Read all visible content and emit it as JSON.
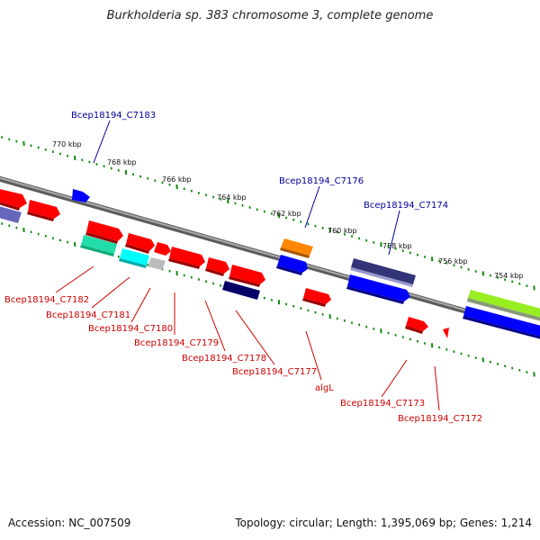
{
  "title": "Burkholderia sp. 383 chromosome 3, complete genome",
  "footer": {
    "accession": "Accession: NC_007509",
    "summary": "Topology: circular; Length: 1,395,069 bp; Genes: 1,214"
  },
  "scale_labels": [
    "770 kbp",
    "768 kbp",
    "766 kbp",
    "764 kbp",
    "762 kbp",
    "760 kbp",
    "758 kbp",
    "756 kbp",
    "754 kbp"
  ],
  "top_gene_labels": [
    "Bcep18194_C7183",
    "Bcep18194_C7176",
    "Bcep18194_C7174"
  ],
  "bottom_gene_labels": [
    "Bcep18194_C7182",
    "Bcep18194_C7181",
    "Bcep18194_C7180",
    "Bcep18194_C7179",
    "Bcep18194_C7178",
    "Bcep18194_C7177",
    "algL",
    "Bcep18194_C7173",
    "Bcep18194_C7172"
  ],
  "colors": {
    "top_label": "#000099",
    "bottom_label": "#cc0000",
    "gene_red": "#ff0000",
    "gene_blue": "#0000ff",
    "gene_navy": "#000066",
    "gene_purple": "#333377",
    "gene_orange": "#ff8800",
    "gene_green": "#99ee22",
    "gene_teal": "#22ddaa",
    "gene_cyan": "#00ffff",
    "gene_grey": "#bbbbbb",
    "tick_green": "#118811",
    "backbone": "#7a7a7a"
  }
}
